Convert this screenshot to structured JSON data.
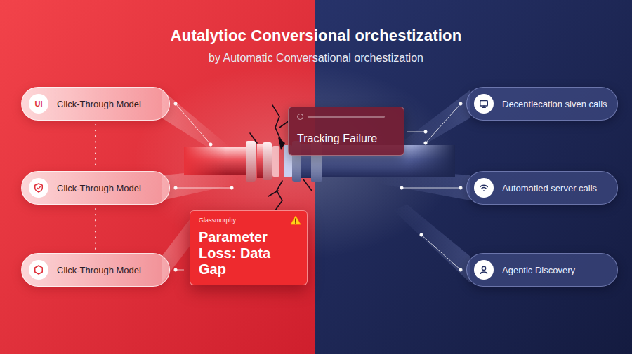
{
  "diagram": {
    "title": "Autalytioc Conversional orchestization",
    "nodes": [
      {
        "text": [
          "UI",
          "Click-Through Model"
        ]
      },
      {
        "text": [
          "Click-Through Model"
        ]
      },
      {
        "text": [
          "Click-Through Model"
        ]
      },
      {
        "text": [
          "Tracking Failure"
        ]
      },
      {
        "text": [
          "Glassmorphy",
          "Parameter Loss: Data Gap"
        ]
      },
      {
        "text": [
          "Decentiecation siven calls"
        ]
      },
      {
        "text": [
          "Automatied server calls"
        ]
      },
      {
        "text": [
          "Agentic Discovery"
        ]
      }
    ],
    "edges": [
      {
        "from": 0,
        "to": 1,
        "arrow": "none"
      },
      {
        "from": 1,
        "to": 2,
        "arrow": "none"
      }
    ],
    "labels": [
      "by Automatic Conversational orchestization"
    ]
  }
}
